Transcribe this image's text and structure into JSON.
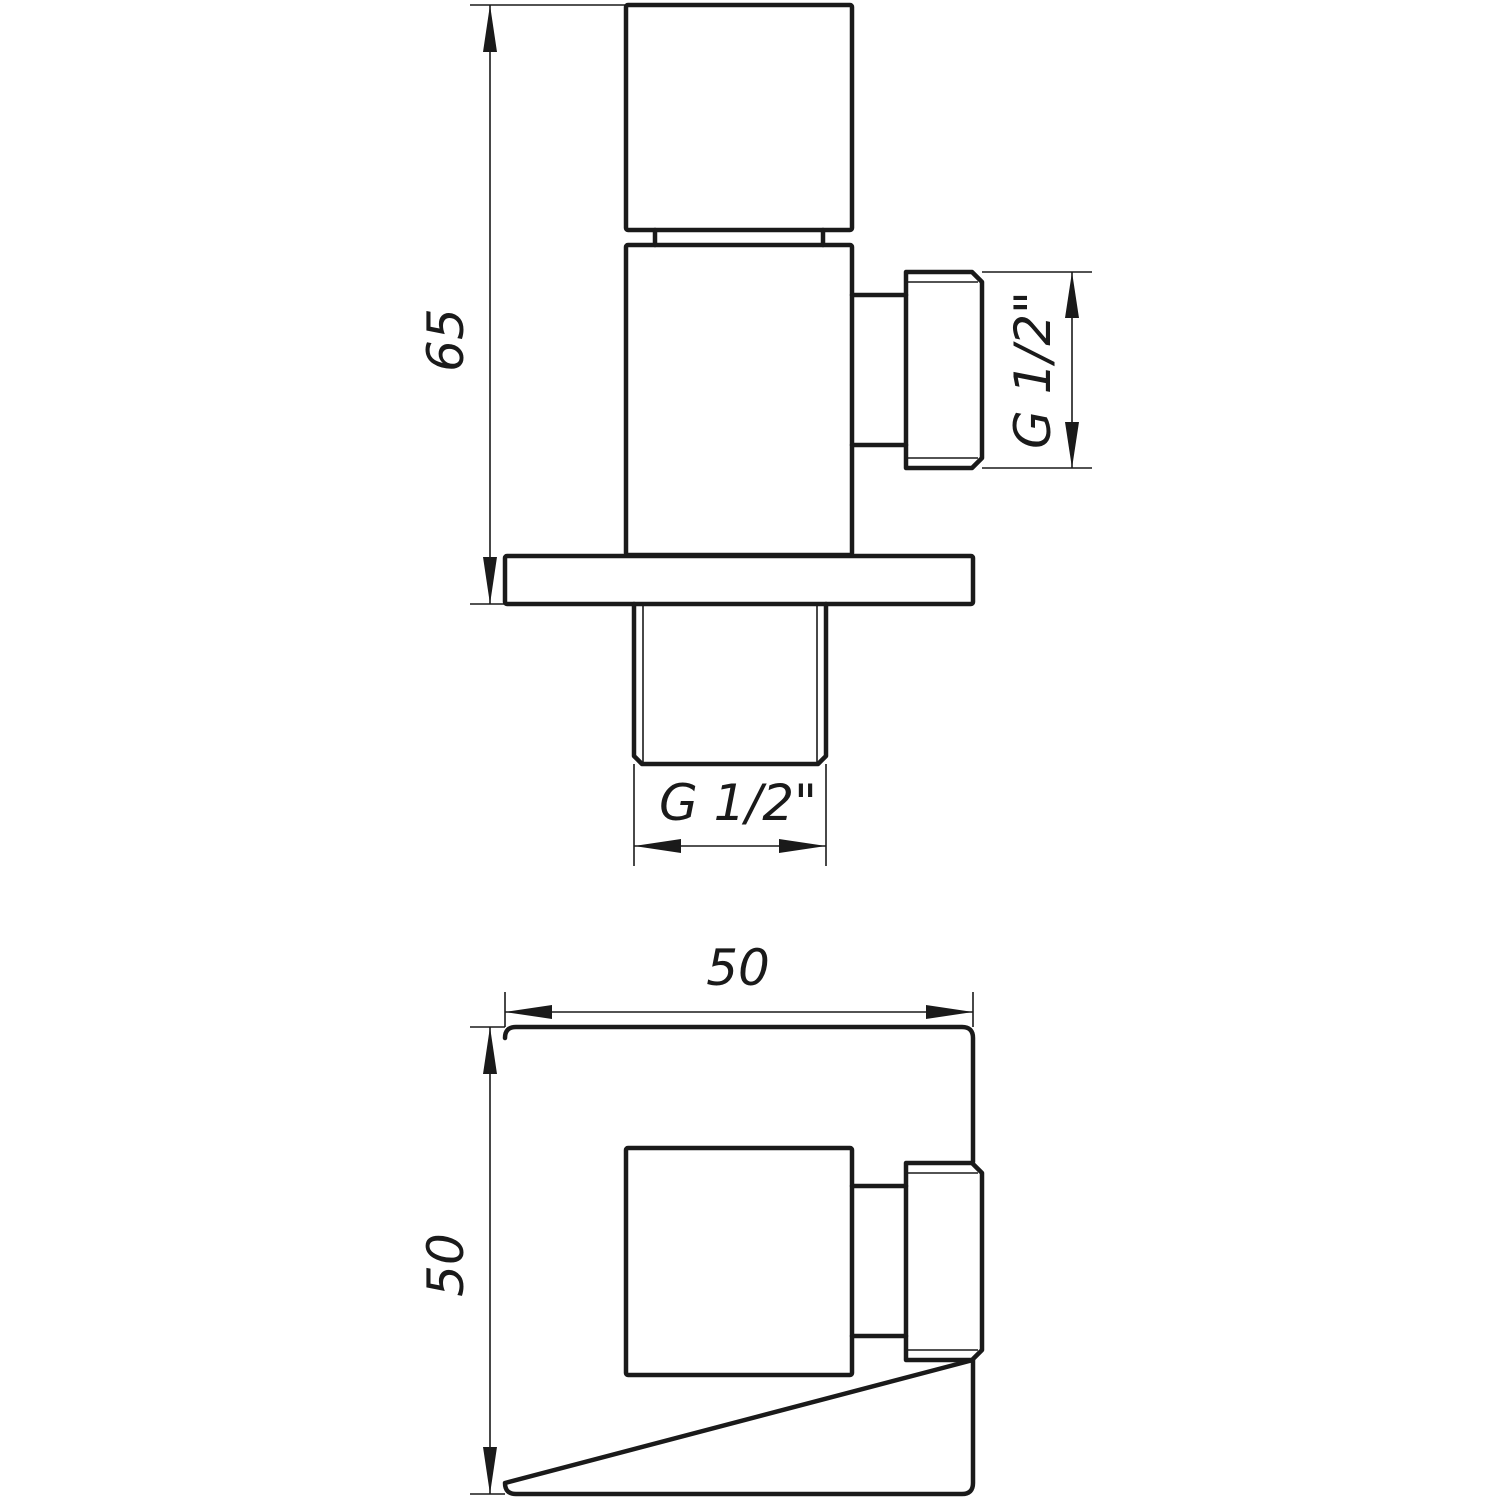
{
  "drawing": {
    "type": "technical-drawing",
    "subject": "angle valve, square design",
    "stroke_color": "#1a1a1a",
    "background": "#ffffff"
  },
  "front_view": {
    "dimensions": {
      "height": "65",
      "side_outlet_thread": "G 1/2\"",
      "bottom_inlet_thread": "G 1/2\""
    }
  },
  "top_view": {
    "dimensions": {
      "width": "50",
      "height": "50"
    }
  }
}
